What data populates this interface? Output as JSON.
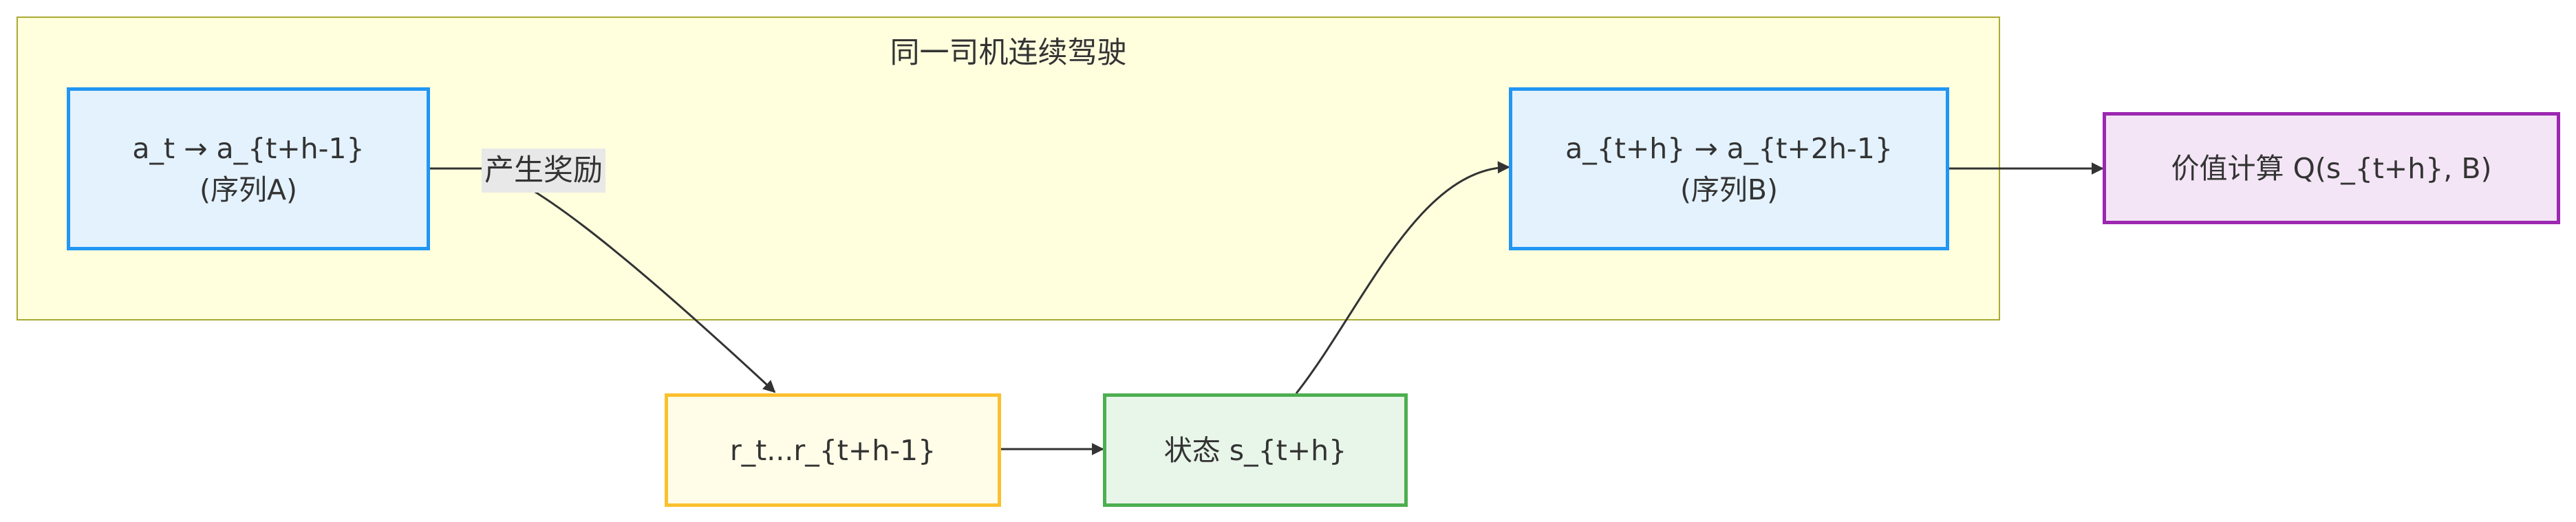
{
  "diagram": {
    "group": {
      "title": "同一司机连续驾驶"
    },
    "nodes": {
      "seq_a": {
        "line1": "a_t → a_{t+h-1}",
        "line2": "(序列A)"
      },
      "seq_b": {
        "line1": "a_{t+h} → a_{t+2h-1}",
        "line2": "(序列B)"
      },
      "rewards": {
        "label": "r_t...r_{t+h-1}"
      },
      "state": {
        "label": "状态 s_{t+h}"
      },
      "value": {
        "label": "价值计算 Q(s_{t+h}, B)"
      }
    },
    "edges": [
      {
        "from": "seq_a",
        "to": "rewards",
        "label": "产生奖励"
      },
      {
        "from": "rewards",
        "to": "state",
        "label": ""
      },
      {
        "from": "state",
        "to": "seq_b",
        "label": ""
      },
      {
        "from": "seq_b",
        "to": "value",
        "label": ""
      }
    ],
    "colors": {
      "group_fill": "#ffffde",
      "group_border": "#aaaa33",
      "sequence_fill": "#e3f2fd",
      "sequence_border": "#2196f3",
      "reward_fill": "#fffde7",
      "reward_border": "#fbc02d",
      "state_fill": "#e8f5e9",
      "state_border": "#4caf50",
      "value_fill": "#f3e5f5",
      "value_border": "#9c27b0",
      "edge": "#333333"
    }
  }
}
